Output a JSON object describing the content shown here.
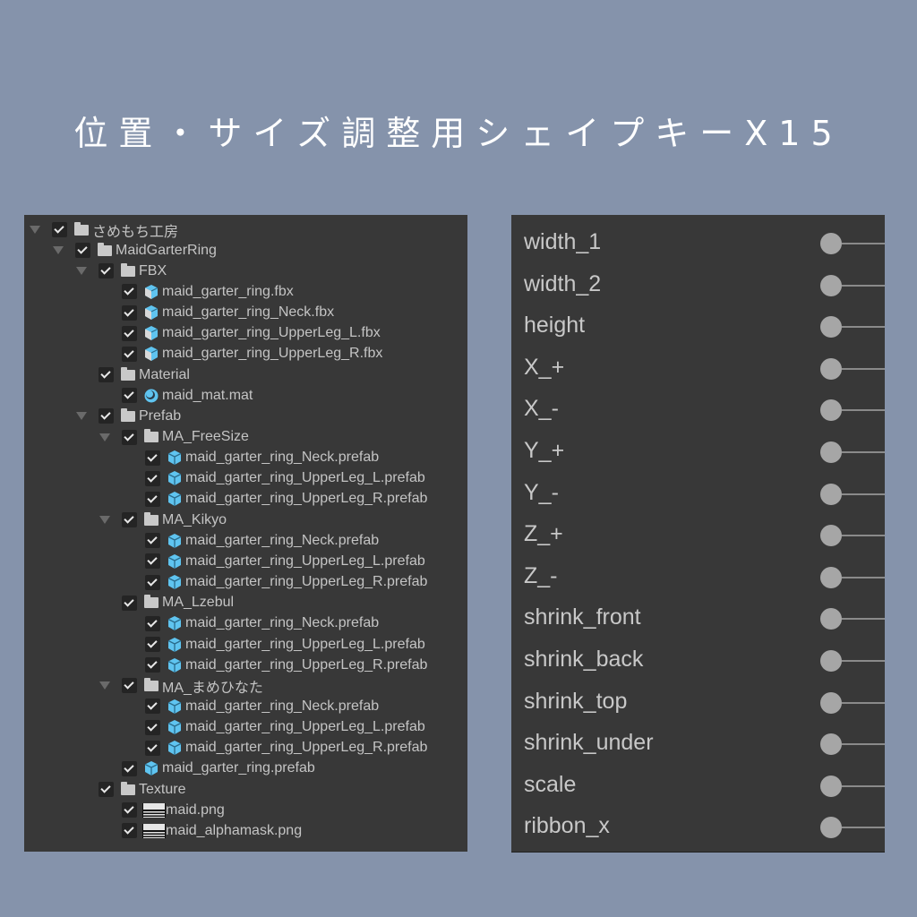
{
  "title": "位置・サイズ調整用シェイプキーX15",
  "colors": {
    "background": "#8593ab",
    "panel": "#383838",
    "icon_blue": "#5fc4f0",
    "text": "#c4c4c4"
  },
  "package_tree": [
    {
      "label": "さめもち工房",
      "icon": "folder-icon",
      "depth": 0,
      "arrow": true
    },
    {
      "label": "MaidGarterRing",
      "icon": "folder-icon",
      "depth": 1,
      "arrow": true
    },
    {
      "label": "FBX",
      "icon": "folder-icon",
      "depth": 2,
      "arrow": true
    },
    {
      "label": "maid_garter_ring.fbx",
      "icon": "model-icon",
      "depth": 3,
      "arrow": false
    },
    {
      "label": "maid_garter_ring_Neck.fbx",
      "icon": "model-icon",
      "depth": 3,
      "arrow": false
    },
    {
      "label": "maid_garter_ring_UpperLeg_L.fbx",
      "icon": "model-icon",
      "depth": 3,
      "arrow": false
    },
    {
      "label": "maid_garter_ring_UpperLeg_R.fbx",
      "icon": "model-icon",
      "depth": 3,
      "arrow": false
    },
    {
      "label": "Material",
      "icon": "folder-icon",
      "depth": 2,
      "arrow": true
    },
    {
      "label": "maid_mat.mat",
      "icon": "material-icon",
      "depth": 3,
      "arrow": false
    },
    {
      "label": "Prefab",
      "icon": "folder-icon",
      "depth": 2,
      "arrow": true
    },
    {
      "label": "MA_FreeSize",
      "icon": "folder-icon",
      "depth": 3,
      "arrow": true
    },
    {
      "label": "maid_garter_ring_Neck.prefab",
      "icon": "prefab-icon",
      "depth": 4,
      "arrow": false
    },
    {
      "label": "maid_garter_ring_UpperLeg_L.prefab",
      "icon": "prefab-icon",
      "depth": 4,
      "arrow": false
    },
    {
      "label": "maid_garter_ring_UpperLeg_R.prefab",
      "icon": "prefab-icon",
      "depth": 4,
      "arrow": false
    },
    {
      "label": "MA_Kikyo",
      "icon": "folder-icon",
      "depth": 3,
      "arrow": true
    },
    {
      "label": "maid_garter_ring_Neck.prefab",
      "icon": "prefab-icon",
      "depth": 4,
      "arrow": false
    },
    {
      "label": "maid_garter_ring_UpperLeg_L.prefab",
      "icon": "prefab-icon",
      "depth": 4,
      "arrow": false
    },
    {
      "label": "maid_garter_ring_UpperLeg_R.prefab",
      "icon": "prefab-icon",
      "depth": 4,
      "arrow": false
    },
    {
      "label": "MA_Lzebul",
      "icon": "folder-icon",
      "depth": 3,
      "arrow": true
    },
    {
      "label": "maid_garter_ring_Neck.prefab",
      "icon": "prefab-icon",
      "depth": 4,
      "arrow": false
    },
    {
      "label": "maid_garter_ring_UpperLeg_L.prefab",
      "icon": "prefab-icon",
      "depth": 4,
      "arrow": false
    },
    {
      "label": "maid_garter_ring_UpperLeg_R.prefab",
      "icon": "prefab-icon",
      "depth": 4,
      "arrow": false
    },
    {
      "label": "MA_まめひなた",
      "icon": "folder-icon",
      "depth": 3,
      "arrow": true
    },
    {
      "label": "maid_garter_ring_Neck.prefab",
      "icon": "prefab-icon",
      "depth": 4,
      "arrow": false
    },
    {
      "label": "maid_garter_ring_UpperLeg_L.prefab",
      "icon": "prefab-icon",
      "depth": 4,
      "arrow": false
    },
    {
      "label": "maid_garter_ring_UpperLeg_R.prefab",
      "icon": "prefab-icon",
      "depth": 4,
      "arrow": false
    },
    {
      "label": "maid_garter_ring.prefab",
      "icon": "prefab-icon",
      "depth": 3,
      "arrow": false
    },
    {
      "label": "Texture",
      "icon": "folder-icon",
      "depth": 2,
      "arrow": true
    },
    {
      "label": "maid.png",
      "icon": "texture-icon",
      "depth": 3,
      "arrow": false
    },
    {
      "label": "maid_alphamask.png",
      "icon": "texture-icon",
      "depth": 3,
      "arrow": false
    }
  ],
  "shape_keys": [
    {
      "name": "width_1"
    },
    {
      "name": "width_2"
    },
    {
      "name": "height"
    },
    {
      "name": "X_+"
    },
    {
      "name": "X_-"
    },
    {
      "name": "Y_+"
    },
    {
      "name": "Y_-"
    },
    {
      "name": "Z_+"
    },
    {
      "name": "Z_-"
    },
    {
      "name": "shrink_front"
    },
    {
      "name": "shrink_back"
    },
    {
      "name": "shrink_top"
    },
    {
      "name": "shrink_under"
    },
    {
      "name": "scale"
    },
    {
      "name": "ribbon_x"
    }
  ]
}
